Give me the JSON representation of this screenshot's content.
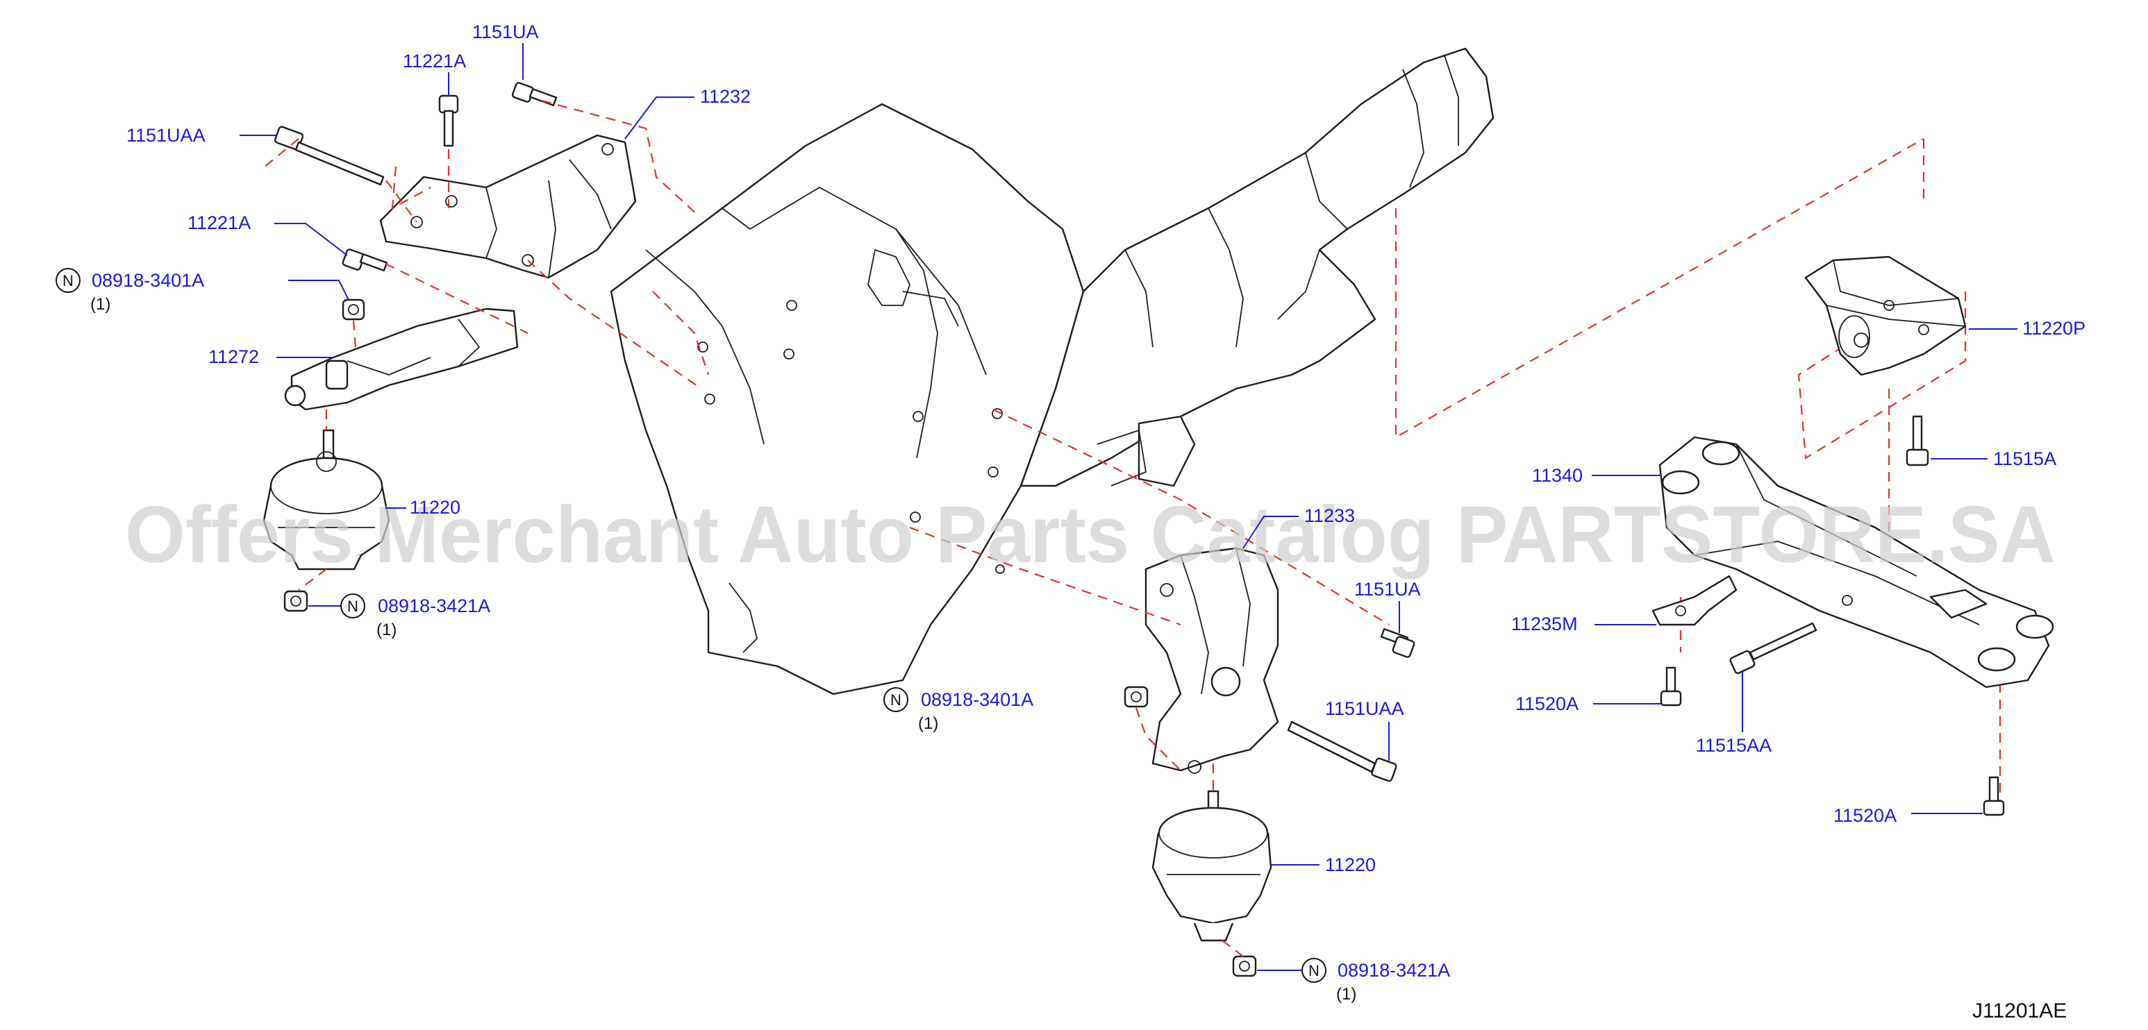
{
  "diagram_code": "J11201AE",
  "watermark": "Offers Merchant Auto Parts Catalog PARTSTORE.SA",
  "notice_symbol": "N",
  "callouts": [
    {
      "id": "c1151UA_top",
      "text": "1151UA"
    },
    {
      "id": "c11221A_top",
      "text": "11221A"
    },
    {
      "id": "c11232",
      "text": "11232"
    },
    {
      "id": "c1151UAA_left",
      "text": "1151UAA"
    },
    {
      "id": "c11221A_mid",
      "text": "11221A"
    },
    {
      "id": "c08918_3401A_left",
      "text": "08918-3401A",
      "qty": "(1)",
      "notice": true
    },
    {
      "id": "c11272",
      "text": "11272"
    },
    {
      "id": "c11220_left",
      "text": "11220"
    },
    {
      "id": "c08918_3421A_left",
      "text": "08918-3421A",
      "qty": "(1)",
      "notice": true
    },
    {
      "id": "c11233",
      "text": "11233"
    },
    {
      "id": "c1151UA_right",
      "text": "1151UA"
    },
    {
      "id": "c08918_3401A_center",
      "text": "08918-3401A",
      "qty": "(1)",
      "notice": true
    },
    {
      "id": "c1151UAA_right",
      "text": "1151UAA"
    },
    {
      "id": "c11220_center",
      "text": "11220"
    },
    {
      "id": "c08918_3421A_bottom",
      "text": "08918-3421A",
      "qty": "(1)",
      "notice": true
    },
    {
      "id": "c11220P",
      "text": "11220P"
    },
    {
      "id": "c11515A",
      "text": "11515A"
    },
    {
      "id": "c11340",
      "text": "11340"
    },
    {
      "id": "c11235M",
      "text": "11235M"
    },
    {
      "id": "c11520A_mid",
      "text": "11520A"
    },
    {
      "id": "c11515AA",
      "text": "11515AA"
    },
    {
      "id": "c11520A_bottom",
      "text": "11520A"
    }
  ]
}
